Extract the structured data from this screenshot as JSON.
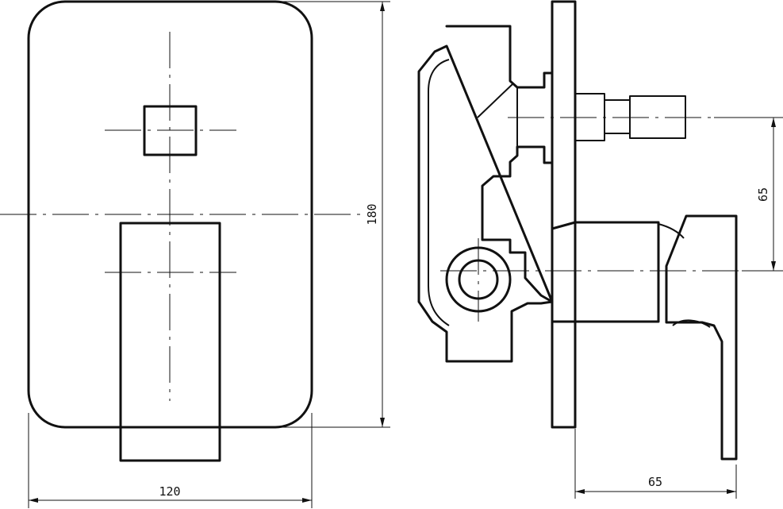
{
  "dimensions": {
    "front_width": "120",
    "front_height": "180",
    "side_spacing": "65",
    "side_depth": "65"
  }
}
